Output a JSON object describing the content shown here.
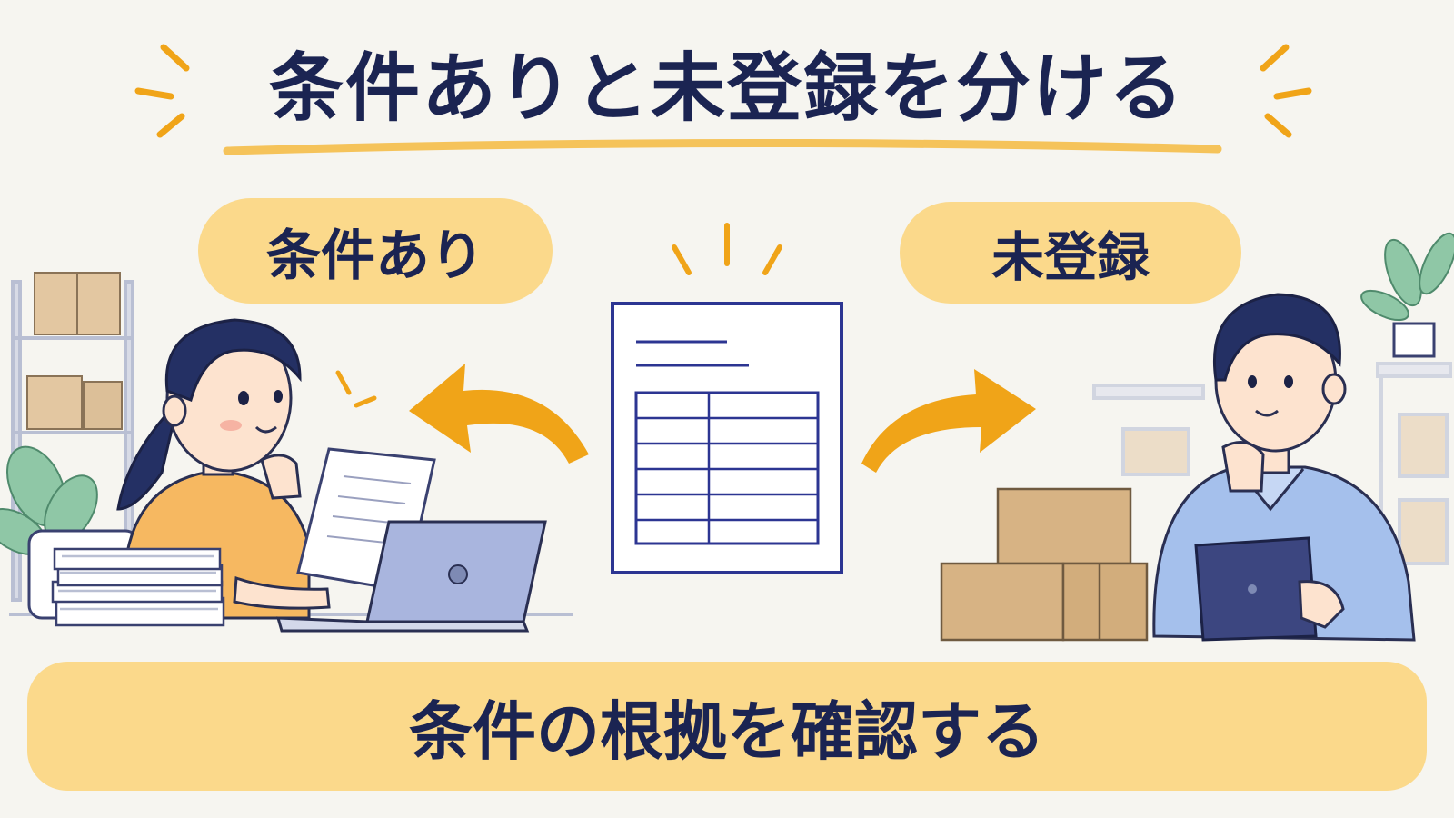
{
  "title": "条件ありと未登録を分ける",
  "left_label": "条件あり",
  "right_label": "未登録",
  "bottom_banner": "条件の根拠を確認する",
  "colors": {
    "navy": "#1b2452",
    "accent_orange": "#f0a418",
    "pill_yellow": "#fbd98b",
    "background": "#f6f5f0"
  }
}
